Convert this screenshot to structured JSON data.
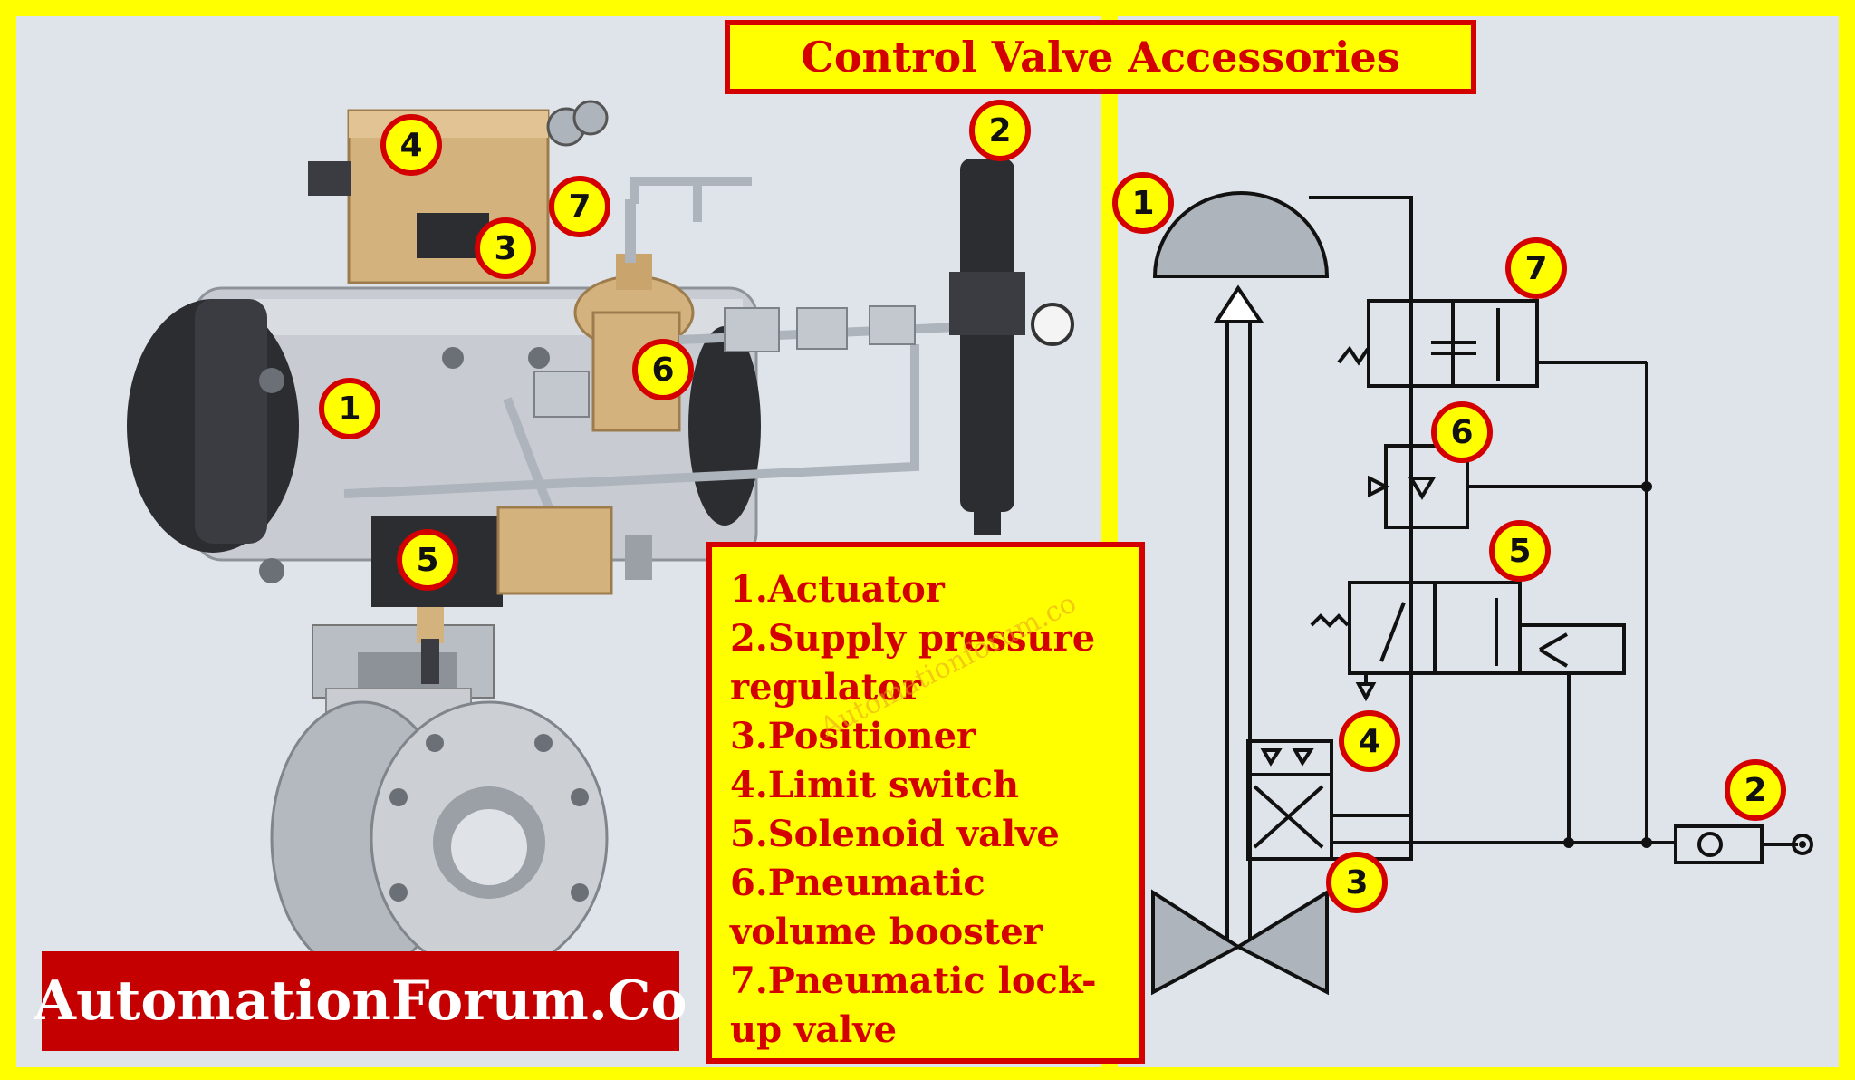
{
  "title": "Control Valve Accessories",
  "photo_labels": [
    "1",
    "2",
    "3",
    "4",
    "5",
    "6",
    "7"
  ],
  "schematic_labels": [
    "1",
    "2",
    "3",
    "4",
    "5",
    "6",
    "7"
  ],
  "legend": [
    "1.Actuator",
    "2.Supply pressure regulator",
    "3.Positioner",
    "4.Limit switch",
    "5.Solenoid valve",
    "6.Pneumatic volume booster",
    "7.Pneumatic lock-up valve"
  ],
  "legend_lines": [
    "1.Actuator",
    "2.Supply pressure",
    "regulator",
    "3.Positioner",
    "4.Limit switch",
    "5.Solenoid valve",
    "6.Pneumatic",
    "volume booster",
    "7.Pneumatic lock-",
    "up valve"
  ],
  "watermark": "Automationforum.co",
  "brand": "AutomationForum.Co",
  "colors": {
    "frame": "#ffff00",
    "accent_red": "#d40000",
    "panel_bg": "#dfe4ea",
    "actuator_body": "#c8ccd2",
    "actuator_cap": "#2b2d31",
    "brass": "#d4b27e",
    "schematic_grey": "#aeb4bb"
  }
}
